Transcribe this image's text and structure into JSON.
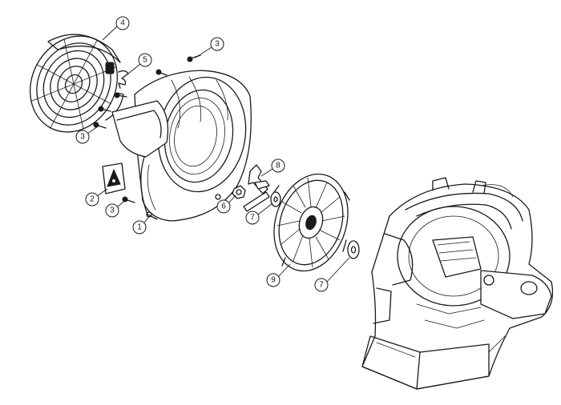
{
  "diagram": {
    "parts": [
      {
        "id": "1",
        "label": "1",
        "name": "fan-housing"
      },
      {
        "id": "2",
        "label": "2",
        "name": "warning-label"
      },
      {
        "id": "3",
        "label": "3",
        "name": "screw"
      },
      {
        "id": "4",
        "label": "4",
        "name": "intake-screen"
      },
      {
        "id": "5",
        "label": "5",
        "name": "clip"
      },
      {
        "id": "6",
        "label": "6",
        "name": "nut"
      },
      {
        "id": "7",
        "label": "7",
        "name": "washer"
      },
      {
        "id": "8",
        "label": "8",
        "name": "fan-wrench"
      },
      {
        "id": "9",
        "label": "9",
        "name": "fan-impeller"
      }
    ],
    "callouts": [
      {
        "key": "c4",
        "label": "4"
      },
      {
        "key": "c3a",
        "label": "3"
      },
      {
        "key": "c5",
        "label": "5"
      },
      {
        "key": "c3b",
        "label": "3"
      },
      {
        "key": "c8",
        "label": "8"
      },
      {
        "key": "c2",
        "label": "2"
      },
      {
        "key": "c6",
        "label": "6"
      },
      {
        "key": "c3c",
        "label": "3"
      },
      {
        "key": "c7a",
        "label": "7"
      },
      {
        "key": "c1",
        "label": "1"
      },
      {
        "key": "c9",
        "label": "9"
      },
      {
        "key": "c7b",
        "label": "7"
      }
    ]
  }
}
